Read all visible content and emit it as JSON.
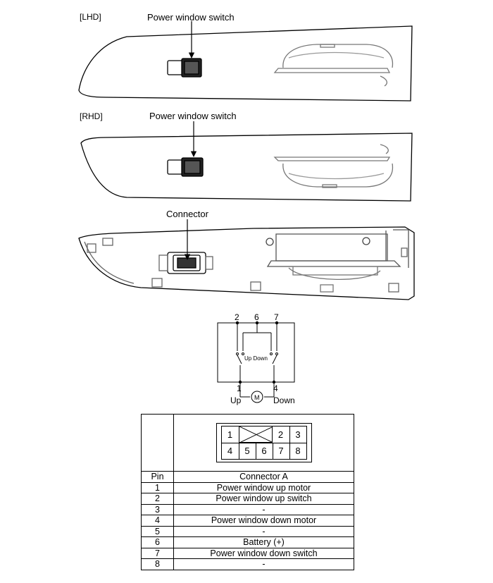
{
  "views": {
    "lhd": {
      "tag": "[LHD]",
      "callout": "Power window switch"
    },
    "rhd": {
      "tag": "[RHD]",
      "callout": "Power window switch"
    },
    "back": {
      "callout": "Connector"
    }
  },
  "circuit": {
    "pins_top": [
      "2",
      "6",
      "7"
    ],
    "pins_bottom": [
      "1",
      "4"
    ],
    "switch_label": "Up Down",
    "motor_label": "M",
    "up_label": "Up",
    "down_label": "Down"
  },
  "connector_face": {
    "top_row": [
      "1",
      "2",
      "3"
    ],
    "bottom_row": [
      "4",
      "5",
      "6",
      "7",
      "8"
    ]
  },
  "pin_table": {
    "header_pin": "Pin",
    "header_connector": "Connector A",
    "rows": [
      {
        "pin": "1",
        "desc": "Power window up motor"
      },
      {
        "pin": "2",
        "desc": "Power window up switch"
      },
      {
        "pin": "3",
        "desc": "-"
      },
      {
        "pin": "4",
        "desc": "Power window down motor"
      },
      {
        "pin": "5",
        "desc": "-"
      },
      {
        "pin": "6",
        "desc": "Battery (+)"
      },
      {
        "pin": "7",
        "desc": "Power window down switch"
      },
      {
        "pin": "8",
        "desc": "-"
      }
    ]
  }
}
